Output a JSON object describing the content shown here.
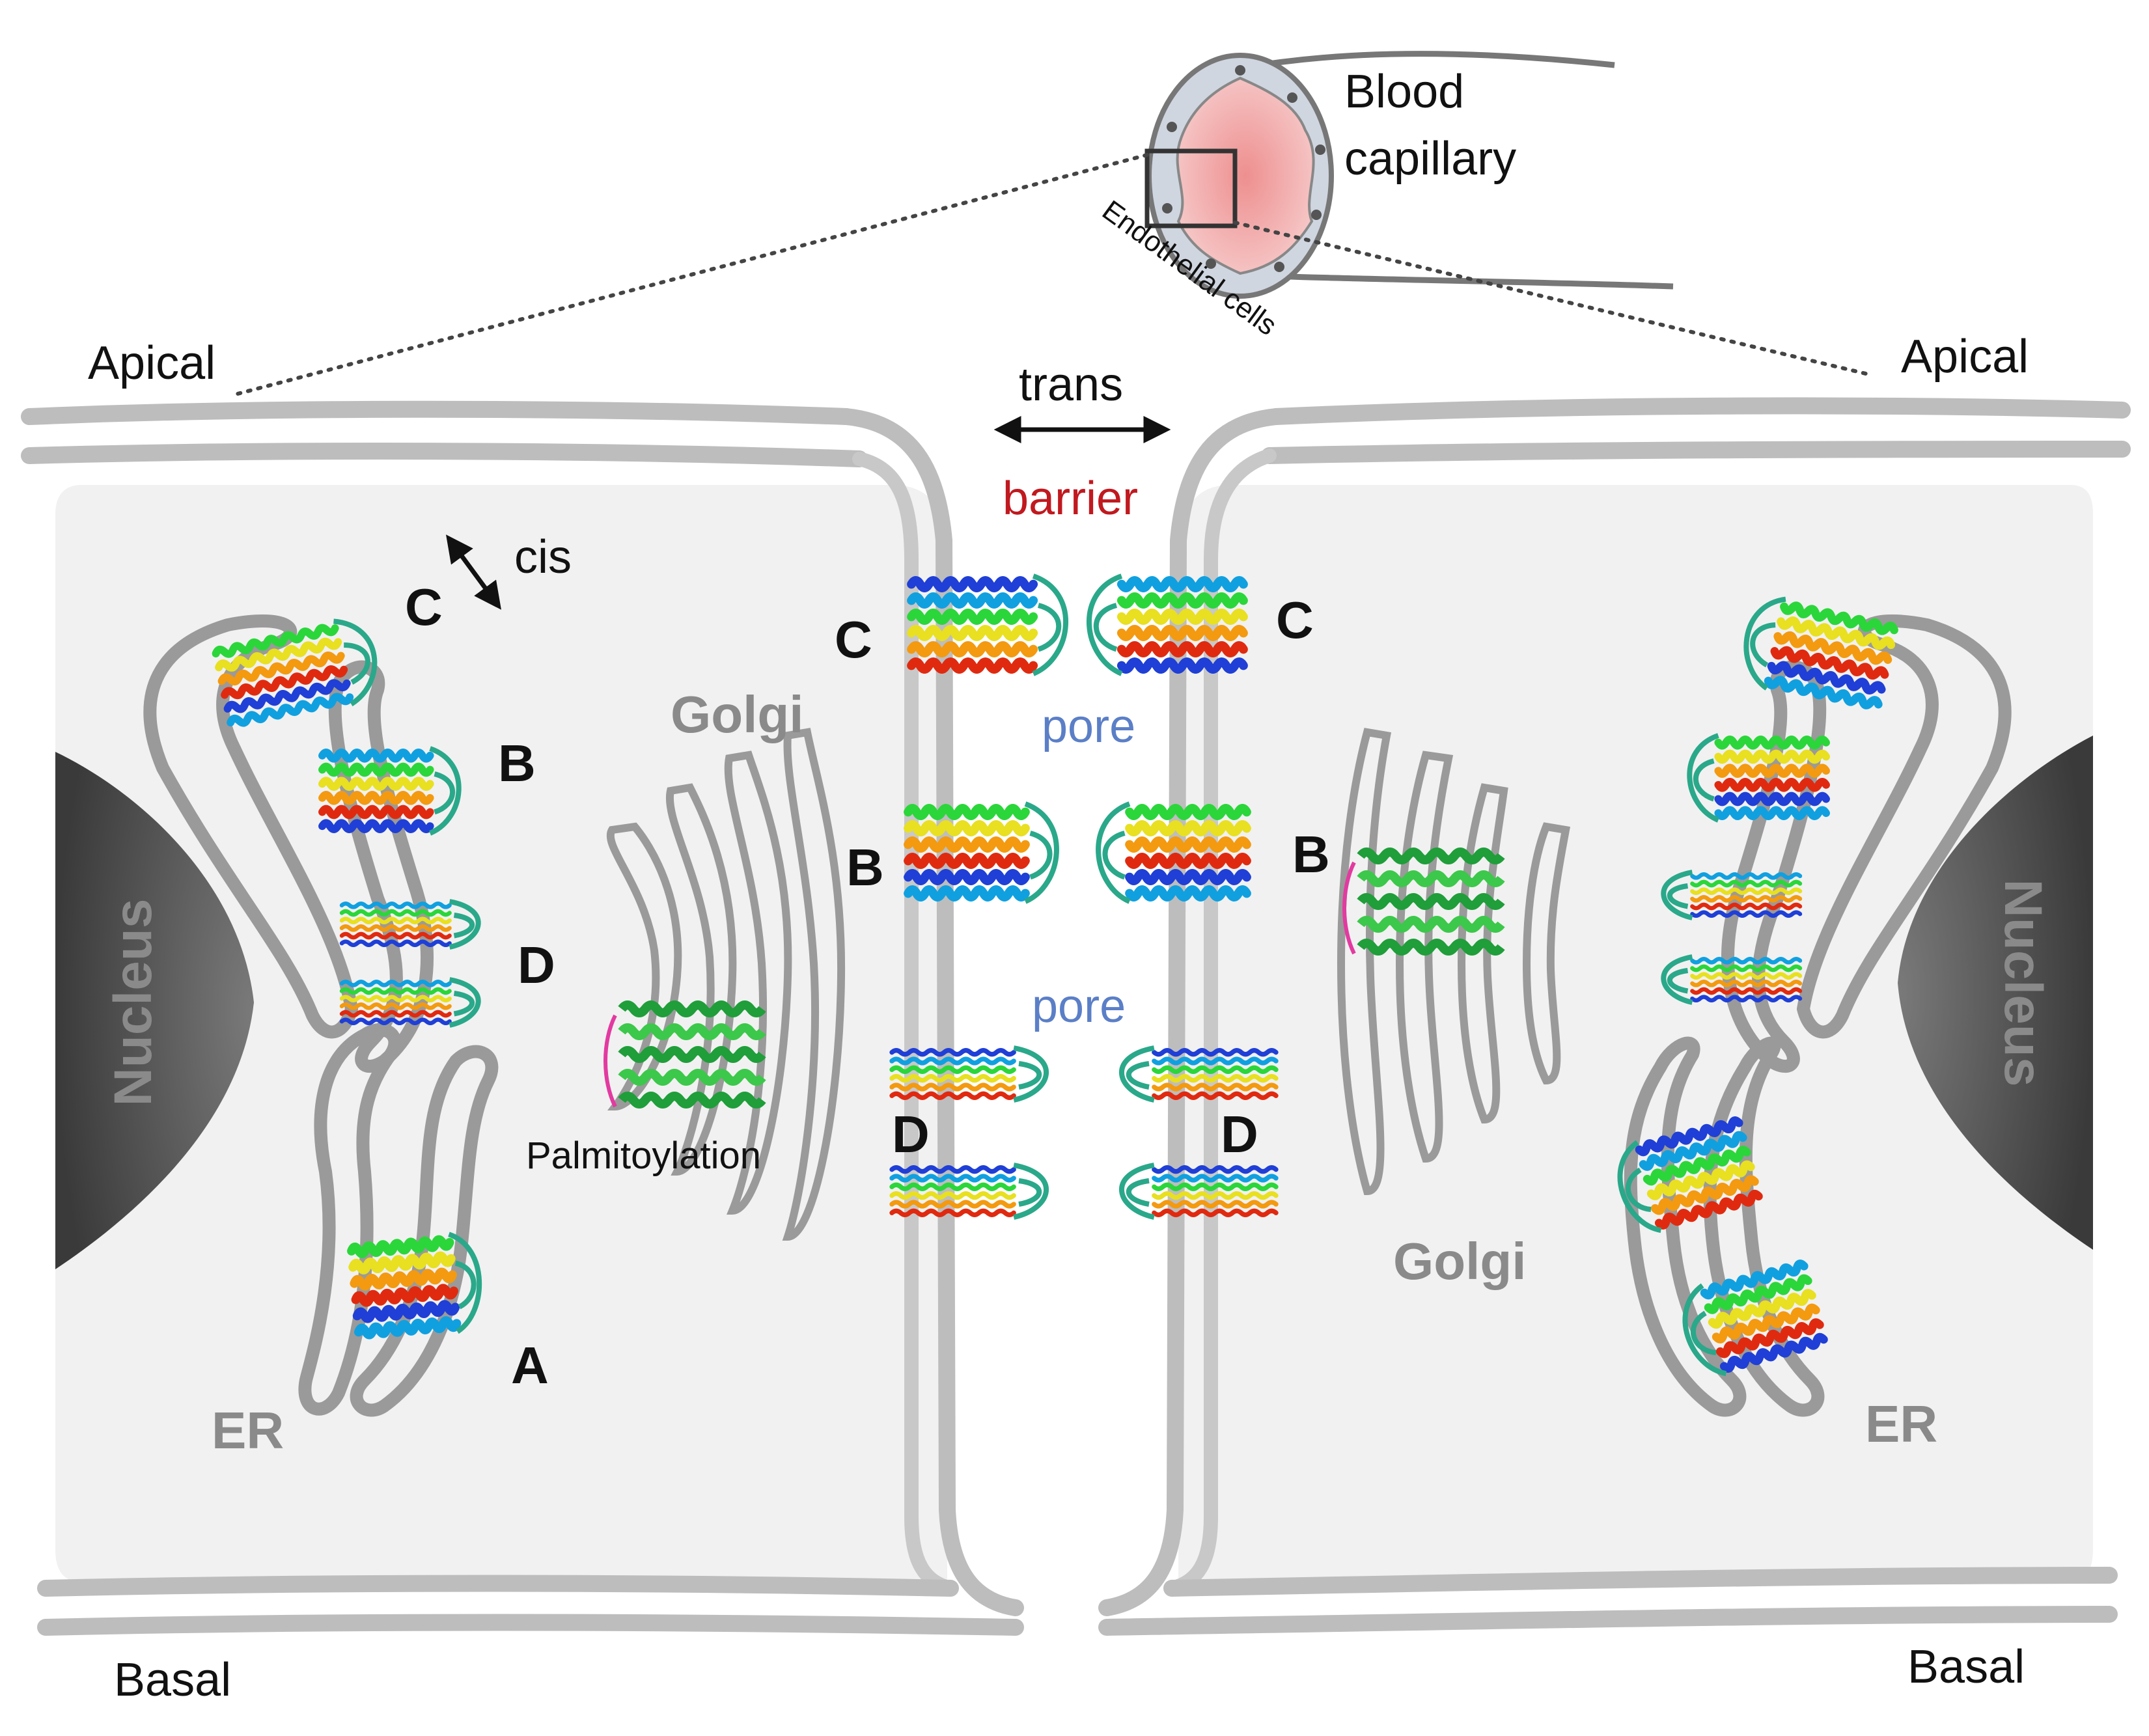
{
  "labels": {
    "apical_left": "Apical",
    "apical_right": "Apical",
    "basal_left": "Basal",
    "basal_right": "Basal",
    "capillary": [
      "Blood",
      "capillary"
    ],
    "endothelial": "Endothelial cells",
    "trans": "trans",
    "cis": "cis",
    "barrier": "barrier",
    "pore_1": "pore",
    "pore_2": "pore",
    "golgi_left": "Golgi",
    "golgi_right": "Golgi",
    "nucleus_left": "Nucleus",
    "nucleus_right": "Nucleus",
    "er_left": "ER",
    "er_right": "ER",
    "palmitoylation": "Palmitoylation"
  },
  "protein_letters": {
    "left_cell": [
      "C",
      "B",
      "D",
      "A"
    ],
    "junction_left": [
      "C",
      "B",
      "D"
    ],
    "junction_right": [
      "C",
      "B",
      "D"
    ]
  },
  "colors": {
    "membrane": "#bdbdbd",
    "cell_fill": "#f1f1f1",
    "organelle": "#9a9a9a",
    "nucleus": "#555555",
    "capillary_lumen": "#e8a1a1",
    "barrier_label": "#c0191f",
    "pore_label": "#5b7fc7",
    "helix_palette": [
      "#1f3fd6",
      "#10a0e0",
      "#2bd63a",
      "#e8e020",
      "#f39a10",
      "#e02a10"
    ]
  }
}
